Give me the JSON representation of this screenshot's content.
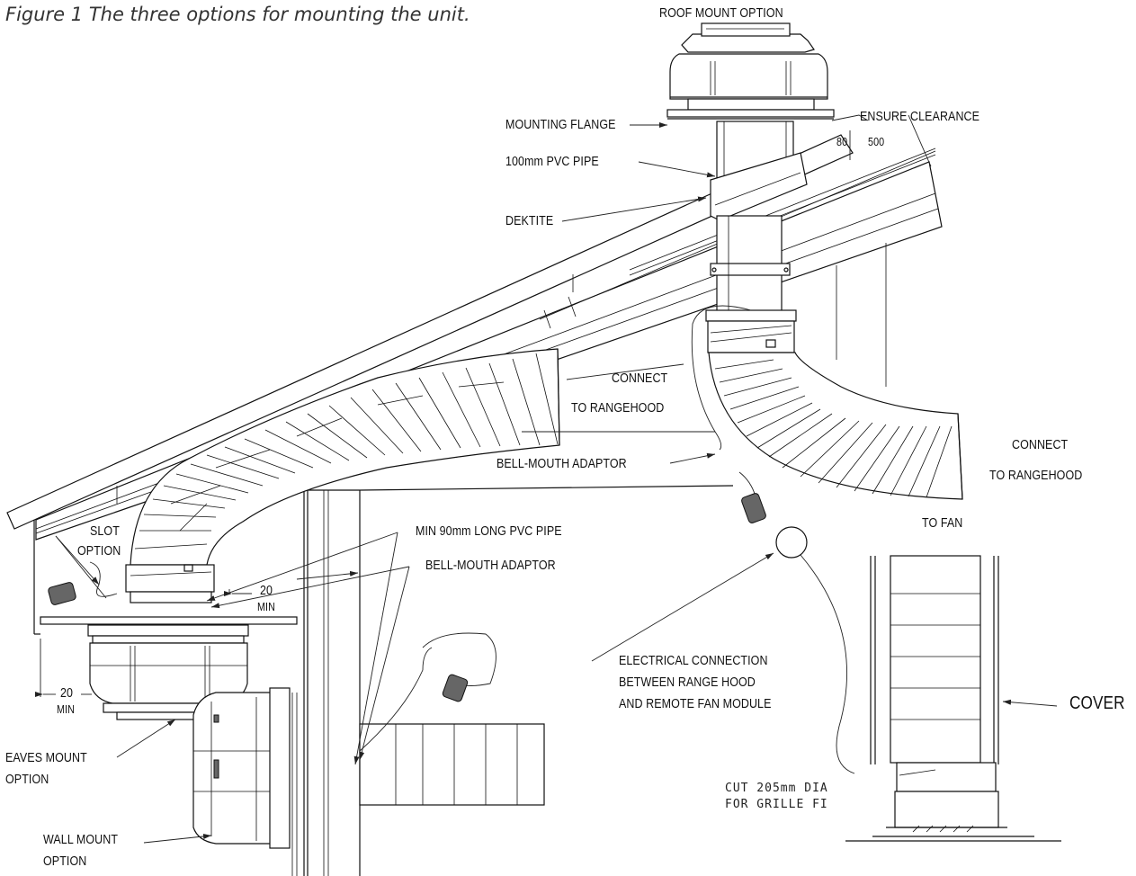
{
  "figure": {
    "caption": "Figure 1 The three options for mounting the unit."
  },
  "labels": {
    "roof_mount_option": "ROOF MOUNT OPTION",
    "mounting_flange": "MOUNTING FLANGE",
    "ensure_clearance": "ENSURE CLEARANCE",
    "clearance_min": "80",
    "clearance_max": "500",
    "pvc_pipe_100": "100mm PVC PIPE",
    "dektite": "DEKTITE",
    "connect_left_line1": "CONNECT",
    "connect_left_line2": "TO RANGEHOOD",
    "connect_right_line1": "CONNECT",
    "connect_right_line2": "TO RANGEHOOD",
    "bell_mouth_adaptor_top": "BELL-MOUTH ADAPTOR",
    "to_fan": "TO FAN",
    "slot_option_line1": "SLOT",
    "slot_option_line2": "OPTION",
    "min_pvc_pipe": "MIN 90mm LONG PVC PIPE",
    "bell_mouth_adaptor_mid": "BELL-MOUTH ADAPTOR",
    "dim_20_a": "20",
    "dim_min_a": "MIN",
    "dim_20_b": "20",
    "dim_min_b": "MIN",
    "electrical_line1": "ELECTRICAL CONNECTION",
    "electrical_line2": "BETWEEN RANGE HOOD",
    "electrical_line3": "AND REMOTE FAN MODULE",
    "cover": "COVER",
    "eaves_line1": "EAVES MOUNT",
    "eaves_line2": "OPTION",
    "wall_line1": "WALL MOUNT",
    "wall_line2": "OPTION",
    "cut_line1": "CUT 205mm DIA",
    "cut_line2": "FOR GRILLE FI"
  }
}
